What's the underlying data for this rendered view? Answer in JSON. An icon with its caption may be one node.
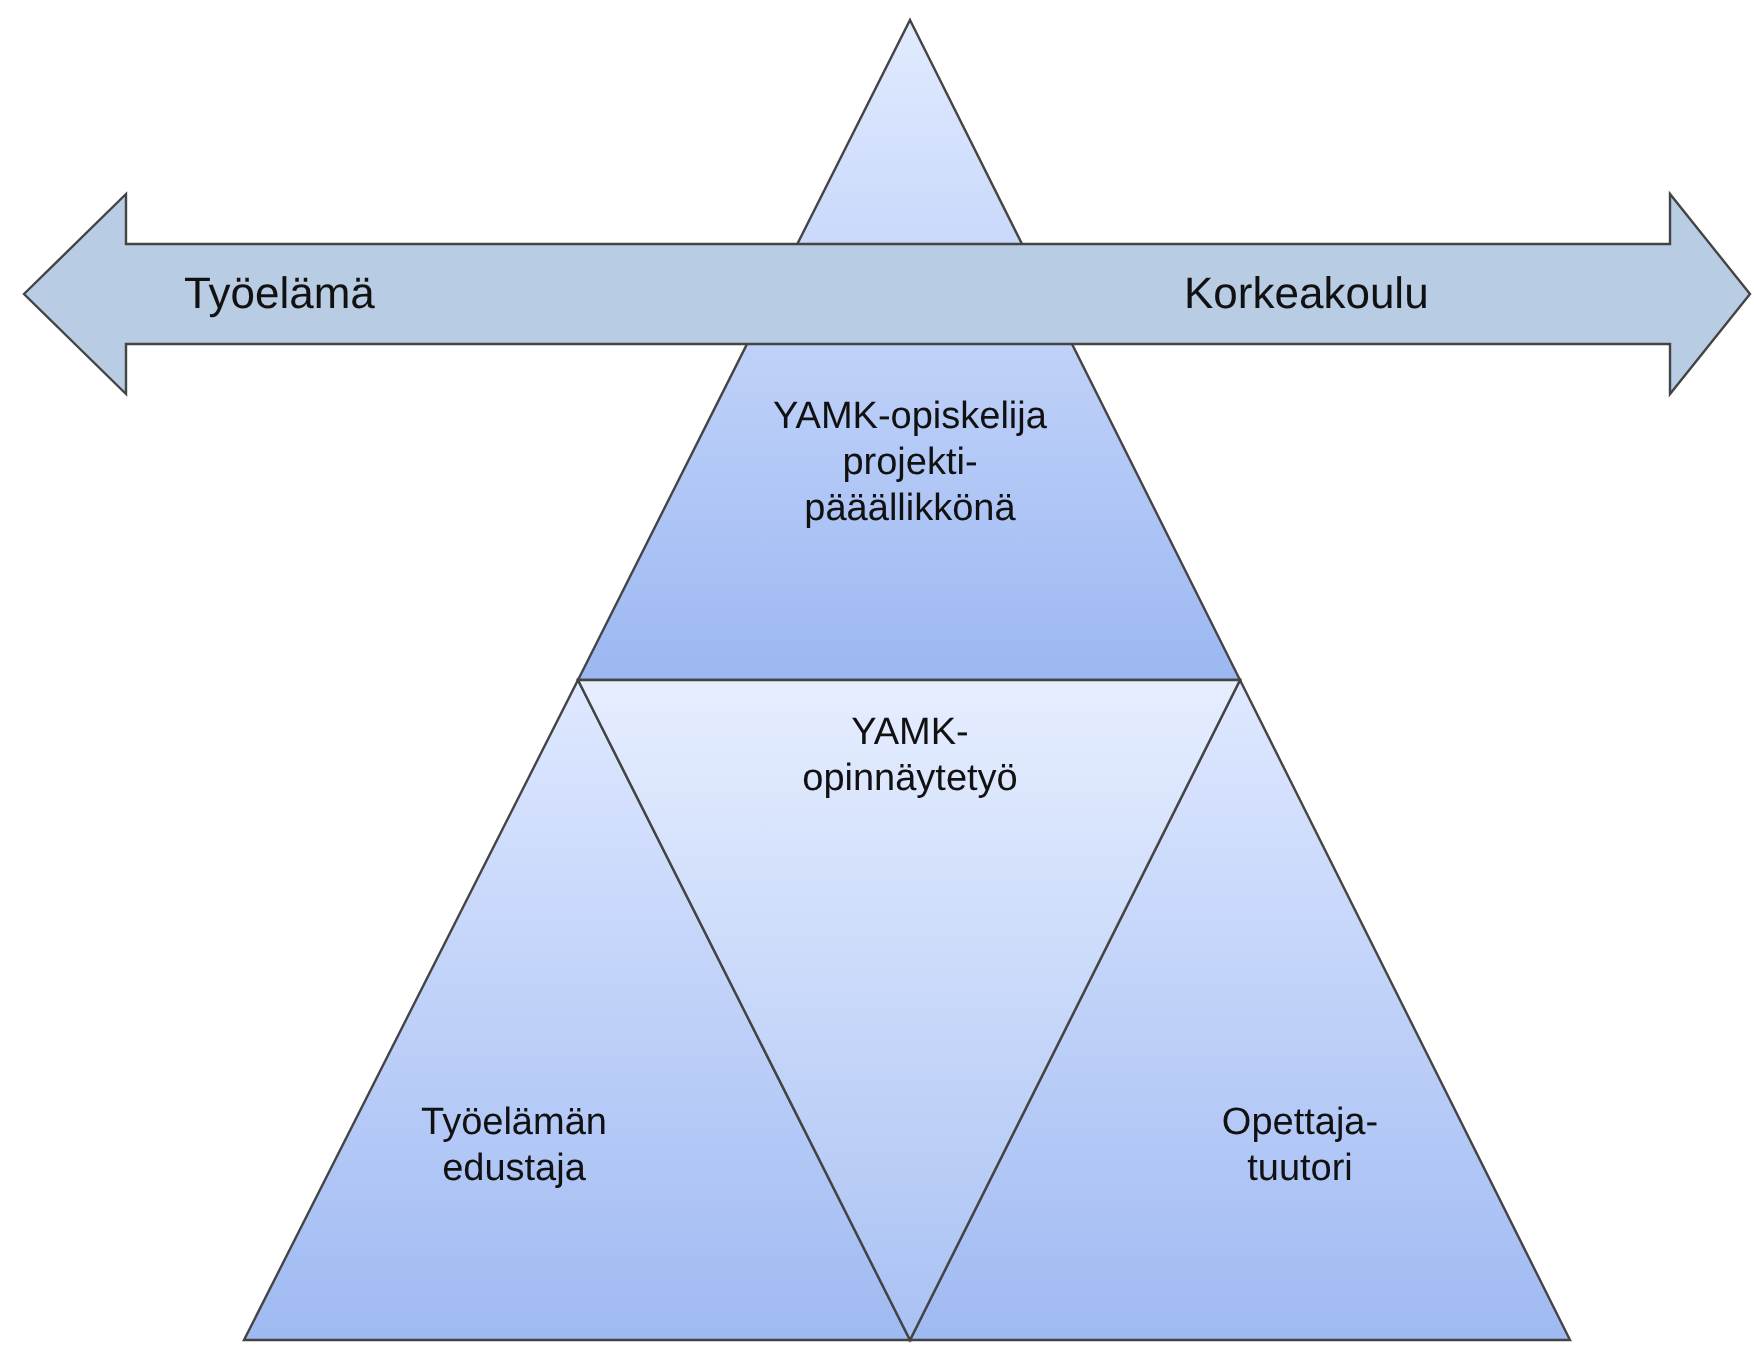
{
  "diagram": {
    "nodes": [
      {
        "text": [
          "YAMK-opiskelija projekti-pääällikkönä"
        ]
      },
      {
        "text": [
          "YAMK-opinnäytetyö"
        ]
      },
      {
        "text": [
          "Työelämän edustaja"
        ]
      },
      {
        "text": [
          "Opettaja-tuutori"
        ]
      },
      {
        "text": [
          "Työelämä",
          "Korkeakoulu"
        ]
      }
    ]
  }
}
